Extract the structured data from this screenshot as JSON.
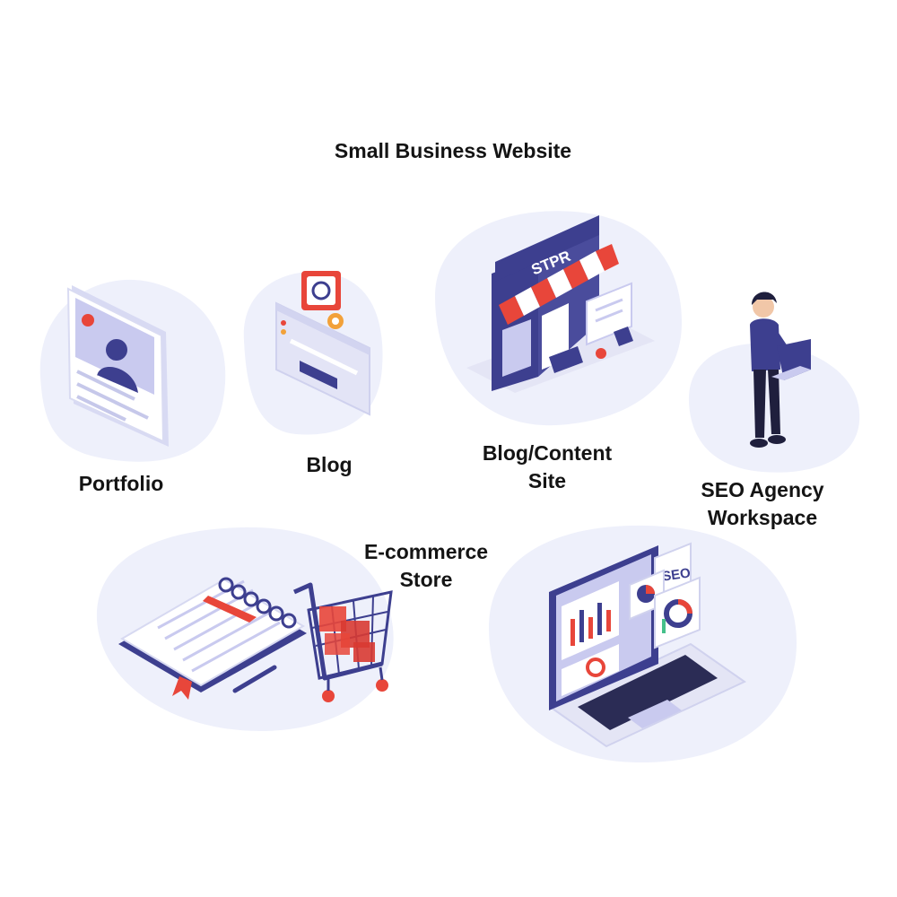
{
  "title": "Small Business Website",
  "items": [
    {
      "id": "portfolio",
      "lines": [
        "Portfolio"
      ]
    },
    {
      "id": "blog",
      "lines": [
        "Blog"
      ]
    },
    {
      "id": "content",
      "lines": [
        "Blog/Content",
        "Site"
      ]
    },
    {
      "id": "seo",
      "lines": [
        "SEO Agency",
        "Workspace"
      ]
    },
    {
      "id": "ecommerce",
      "lines": [
        "E-commerce",
        "Store"
      ]
    }
  ],
  "store_sign": "STPR",
  "screen_badge": "SEO",
  "icons": [
    "portfolio-card-icon",
    "blog-window-icon",
    "storefront-icon",
    "person-with-laptop-icon",
    "notebook-icon",
    "shopping-cart-icon",
    "laptop-dashboard-icon"
  ],
  "colors": {
    "blob": "#eef0fb",
    "navy": "#3d3f8f",
    "accent_red": "#e8463a",
    "stripe_white": "#ffffff",
    "purple_light": "#c9c9f1",
    "text": "#141414"
  }
}
